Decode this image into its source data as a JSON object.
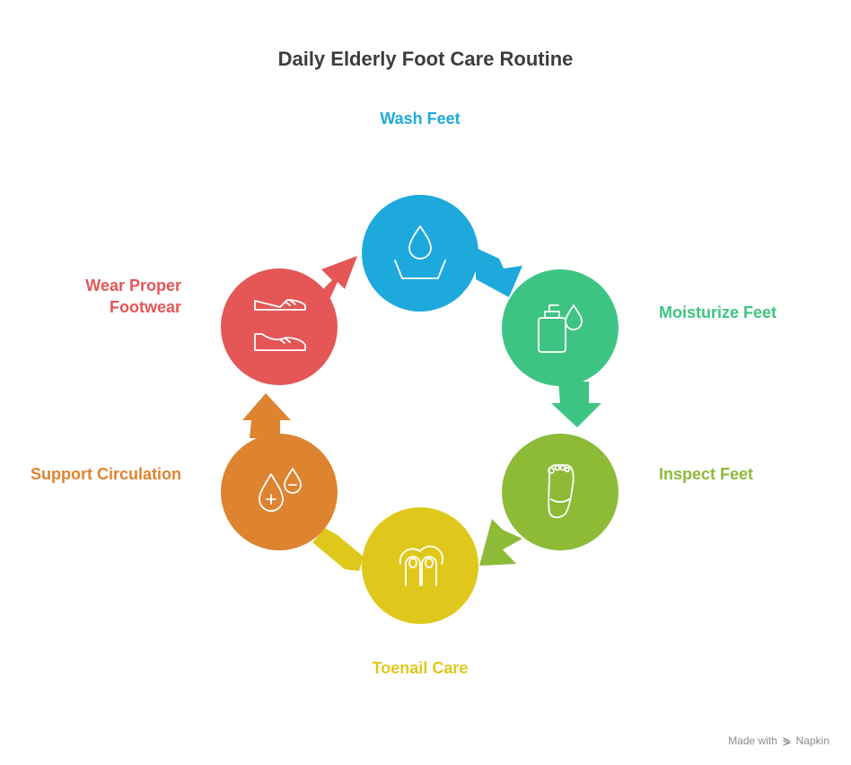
{
  "title": "Daily Elderly Foot Care Routine",
  "steps": [
    {
      "label": "Wash Feet",
      "color": "#1ea9dc",
      "icon": "water-basin-icon"
    },
    {
      "label": "Moisturize Feet",
      "color": "#3ec482",
      "icon": "lotion-bottle-icon"
    },
    {
      "label": "Inspect Feet",
      "color": "#8dbb38",
      "icon": "foot-icon"
    },
    {
      "label": "Toenail Care",
      "color": "#dfc81b",
      "icon": "toenails-icon"
    },
    {
      "label": "Support Circulation",
      "color": "#de832f",
      "icon": "blood-drops-icon"
    },
    {
      "label": "Wear Proper Footwear",
      "label_lines": [
        "Wear Proper",
        "Footwear"
      ],
      "color": "#e55656",
      "icon": "shoes-icon"
    }
  ],
  "branding": {
    "prefix": "Made with",
    "name": "Napkin"
  }
}
